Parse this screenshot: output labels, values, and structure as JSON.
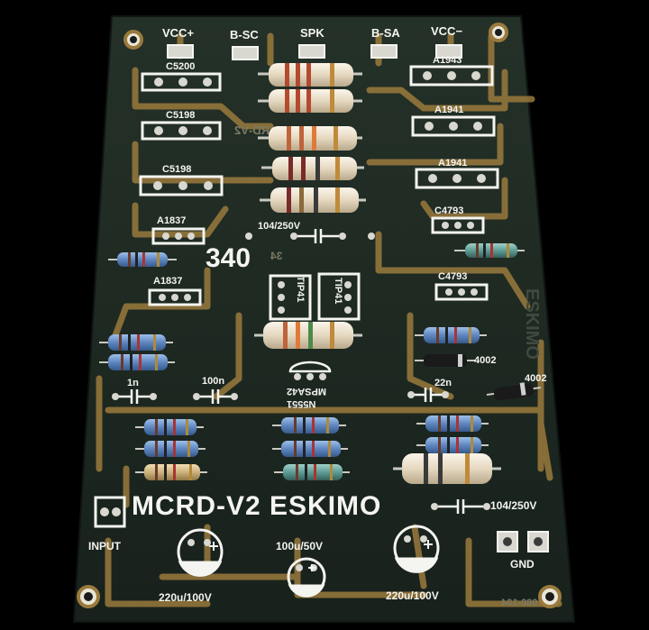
{
  "image": {
    "kind": "photograph",
    "subject": "amplifier circuit board"
  },
  "board": {
    "title": "MCRD-V2 ESKIMO",
    "big_number": "340",
    "side_text": "ESKIMO",
    "mirror_small": "RD-V2",
    "mirror_code": "080-104",
    "mirror_340": "34"
  },
  "terminals": [
    "VCC+",
    "B-SC",
    "SPK",
    "B-SA",
    "VCC−"
  ],
  "transistors": {
    "left": [
      "C5200",
      "C5198",
      "C5198"
    ],
    "right": [
      "A1943",
      "A1941",
      "A1941"
    ],
    "driver_left": [
      "A1837",
      "A1837"
    ],
    "driver_right": [
      "C4793",
      "C4793"
    ],
    "tip_a": "TIP41",
    "tip_b": "TIP41",
    "small_a": "MPSA42",
    "small_b": "N5551"
  },
  "capacitors": {
    "c1": "104/250V",
    "c2": "1n",
    "c3": "100n",
    "c4": "22n",
    "c5": "104/250V",
    "e1": "220u/100V",
    "e2": "100u/50V",
    "e3": "220u/100V"
  },
  "diodes": [
    "4002",
    "4002"
  ],
  "connectors": {
    "input": "INPUT",
    "gnd": "GND"
  },
  "colors": {
    "board": "#1c2822",
    "trace": "#9a7a3c",
    "silkscreen": "#f4f4f0",
    "resistor_blue": "#5f86c0",
    "resistor_ceramic": "#e9ddc6"
  }
}
